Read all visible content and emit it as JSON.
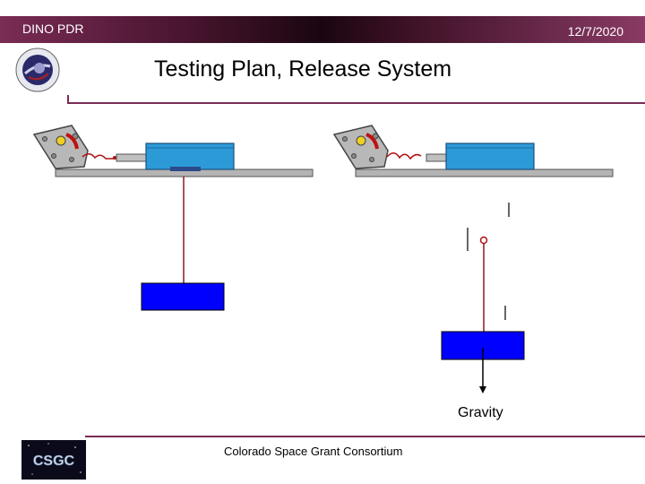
{
  "header": {
    "left_label": "DINO PDR",
    "date": "12/7/2020"
  },
  "slide": {
    "title": "Testing Plan, Release System"
  },
  "diagram": {
    "gravity_label": "Gravity"
  },
  "footer": {
    "text": "Colorado Space Grant Consortium",
    "logo_text": "CSGC"
  },
  "colors": {
    "accent": "#7a2c54",
    "bar_blue": "#2d9ad8",
    "weight_blue": "#0000ff",
    "rail_gray": "#b4b4b4",
    "line_red": "#8b1a1a"
  }
}
